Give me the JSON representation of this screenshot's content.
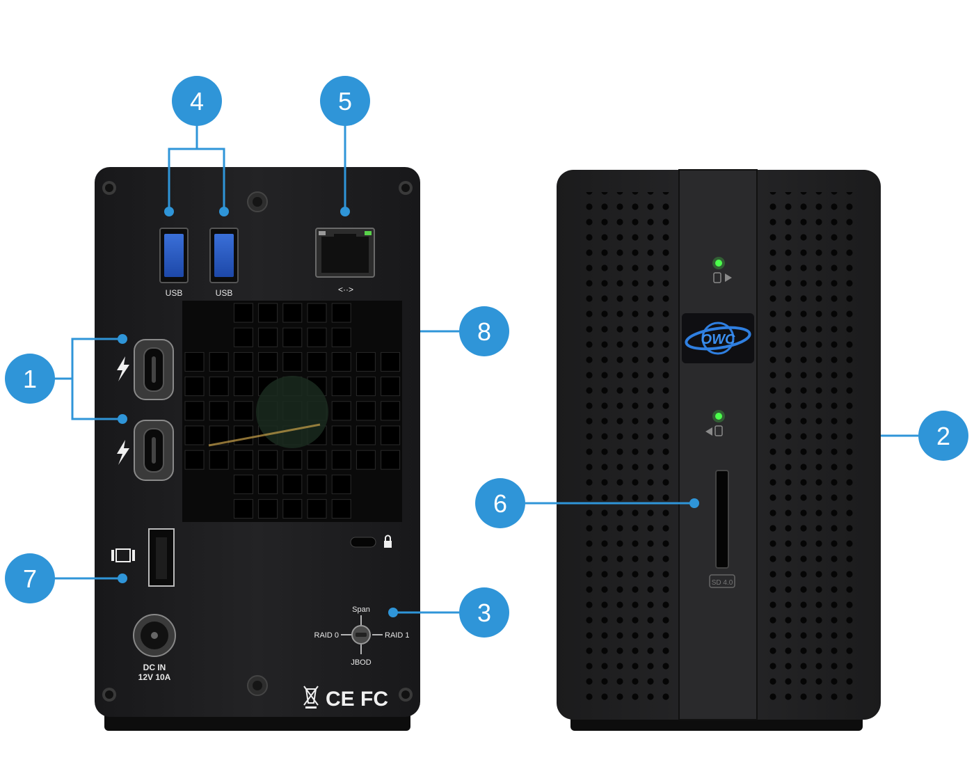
{
  "callouts": [
    {
      "id": "1",
      "label": "1"
    },
    {
      "id": "2",
      "label": "2"
    },
    {
      "id": "3",
      "label": "3"
    },
    {
      "id": "4",
      "label": "4"
    },
    {
      "id": "5",
      "label": "5"
    },
    {
      "id": "6",
      "label": "6"
    },
    {
      "id": "7",
      "label": "7"
    },
    {
      "id": "8",
      "label": "8"
    }
  ],
  "rear": {
    "usb_label_1": "USB",
    "usb_label_2": "USB",
    "ethernet_label": "<··>",
    "power_label_line1": "DC IN",
    "power_label_line2": "12V 10A",
    "switch_top": "Span",
    "switch_left": "RAID 0",
    "switch_right": "RAID 1",
    "switch_bottom": "JBOD",
    "cert_ce": "CE",
    "cert_fc": "FC"
  },
  "front": {
    "logo_text": "OWC",
    "sd_label": "SD 4.0"
  },
  "colors": {
    "callout": "#2f95d8",
    "callout_text": "#ffffff",
    "chassis": "#1f1f20",
    "led": "#4cff4c"
  }
}
